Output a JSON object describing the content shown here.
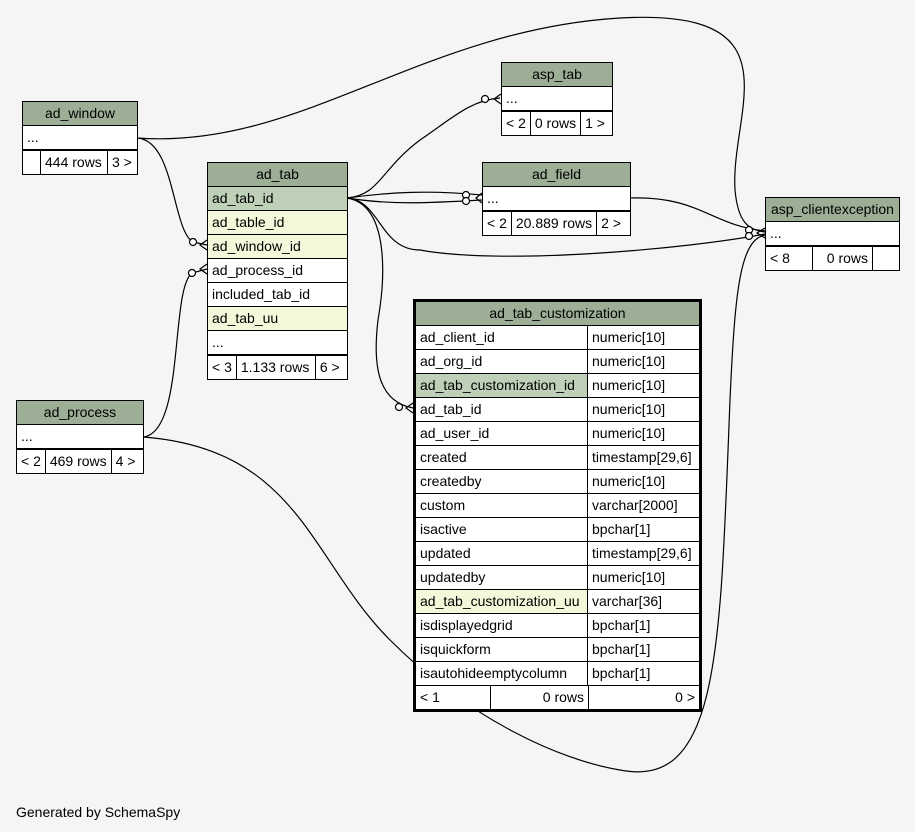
{
  "tables": {
    "ad_window": {
      "name": "ad_window",
      "rows": [
        "..."
      ],
      "footer": [
        "",
        "444 rows",
        "3 >"
      ]
    },
    "asp_tab": {
      "name": "asp_tab",
      "rows": [
        "..."
      ],
      "footer": [
        "< 2",
        "0 rows",
        "1 >"
      ]
    },
    "ad_tab": {
      "name": "ad_tab",
      "rows": [
        "ad_tab_id",
        "ad_table_id",
        "ad_window_id",
        "ad_process_id",
        "included_tab_id",
        "ad_tab_uu",
        "..."
      ],
      "row_styles": [
        "pk",
        "idx",
        "idx",
        "plain",
        "plain",
        "idx",
        "plain"
      ],
      "footer": [
        "< 3",
        "1.133 rows",
        "6 >"
      ]
    },
    "ad_field": {
      "name": "ad_field",
      "rows": [
        "..."
      ],
      "footer": [
        "< 2",
        "20.889 rows",
        "2 >"
      ]
    },
    "asp_clientexception": {
      "name": "asp_clientexception",
      "rows": [
        "..."
      ],
      "footer": [
        "< 8",
        "0 rows",
        ""
      ]
    },
    "ad_process": {
      "name": "ad_process",
      "rows": [
        "..."
      ],
      "footer": [
        "< 2",
        "469 rows",
        "4 >"
      ]
    },
    "ad_tab_customization": {
      "name": "ad_tab_customization",
      "columns": [
        {
          "name": "ad_client_id",
          "type": "numeric[10]",
          "style": "plain"
        },
        {
          "name": "ad_org_id",
          "type": "numeric[10]",
          "style": "plain"
        },
        {
          "name": "ad_tab_customization_id",
          "type": "numeric[10]",
          "style": "pk"
        },
        {
          "name": "ad_tab_id",
          "type": "numeric[10]",
          "style": "plain"
        },
        {
          "name": "ad_user_id",
          "type": "numeric[10]",
          "style": "plain"
        },
        {
          "name": "created",
          "type": "timestamp[29,6]",
          "style": "plain"
        },
        {
          "name": "createdby",
          "type": "numeric[10]",
          "style": "plain"
        },
        {
          "name": "custom",
          "type": "varchar[2000]",
          "style": "plain"
        },
        {
          "name": "isactive",
          "type": "bpchar[1]",
          "style": "plain"
        },
        {
          "name": "updated",
          "type": "timestamp[29,6]",
          "style": "plain"
        },
        {
          "name": "updatedby",
          "type": "numeric[10]",
          "style": "plain"
        },
        {
          "name": "ad_tab_customization_uu",
          "type": "varchar[36]",
          "style": "idx"
        },
        {
          "name": "isdisplayedgrid",
          "type": "bpchar[1]",
          "style": "plain"
        },
        {
          "name": "isquickform",
          "type": "bpchar[1]",
          "style": "plain"
        },
        {
          "name": "isautohideemptycolumn",
          "type": "bpchar[1]",
          "style": "plain"
        }
      ],
      "footer": [
        "< 1",
        "0 rows",
        "0 >"
      ]
    }
  },
  "footer_note": "Generated by SchemaSpy",
  "colors": {
    "header": "#9caf96",
    "primary_key": "#bed1b8",
    "indexed": "#f4f7da",
    "background": "#f5f5f5"
  }
}
